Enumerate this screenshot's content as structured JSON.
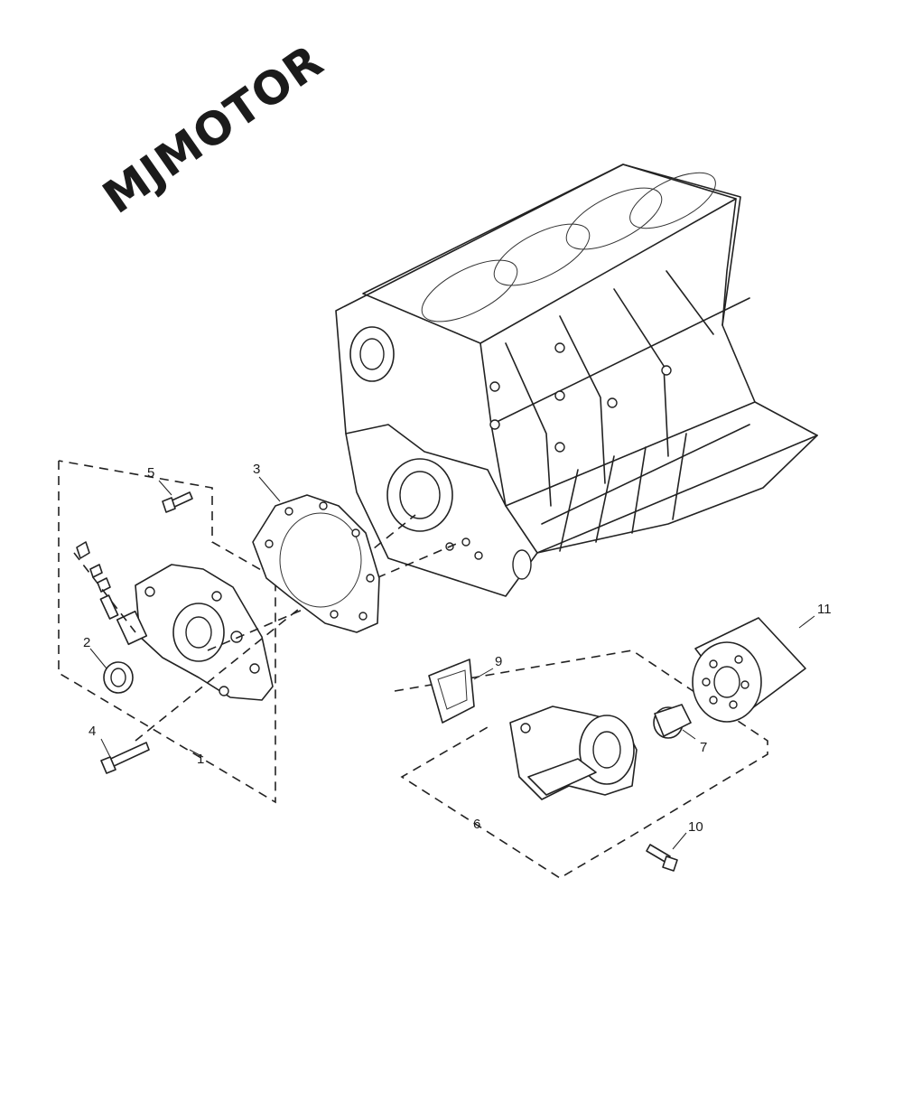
{
  "watermark": "MJMOTOR",
  "callouts": [
    "1",
    "2",
    "3",
    "4",
    "5",
    "6",
    "7",
    "9",
    "10",
    "11"
  ]
}
